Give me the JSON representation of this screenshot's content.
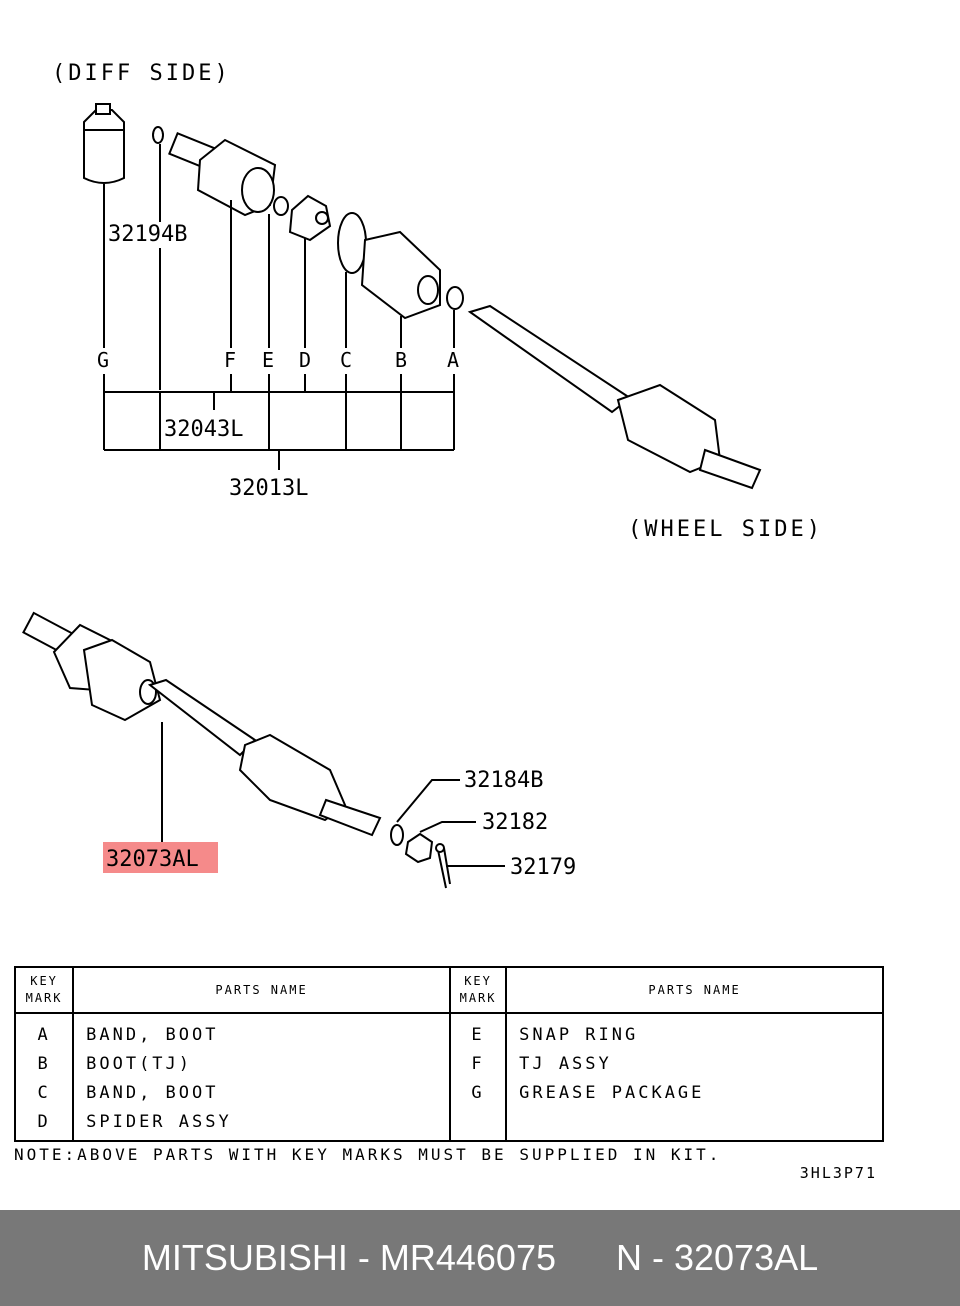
{
  "diagram": {
    "diff_side": "(DIFF SIDE)",
    "wheel_side": "(WHEEL SIDE)",
    "part_numbers": {
      "grease": "32194B",
      "kit_1": "32043L",
      "kit_2": "32013L",
      "assy": "32073AL",
      "washer": "32184B",
      "nut": "32182",
      "pin": "32179"
    },
    "key_letters": [
      "G",
      "F",
      "E",
      "D",
      "C",
      "B",
      "A"
    ],
    "highlight_color": "#f58a8a"
  },
  "table": {
    "key_header": "KEY MARK",
    "name_header": "PARTS NAME",
    "left": [
      {
        "key": "A",
        "name": "BAND, BOOT"
      },
      {
        "key": "B",
        "name": "BOOT(TJ)"
      },
      {
        "key": "C",
        "name": "BAND, BOOT"
      },
      {
        "key": "D",
        "name": "SPIDER ASSY"
      }
    ],
    "right": [
      {
        "key": "E",
        "name": "SNAP RING"
      },
      {
        "key": "F",
        "name": "TJ ASSY"
      },
      {
        "key": "G",
        "name": "GREASE PACKAGE"
      },
      {
        "key": "",
        "name": ""
      }
    ]
  },
  "note": "NOTE:ABOVE PARTS WITH KEY MARKS MUST BE SUPPLIED IN KIT.",
  "diagram_code": "3HL3P71",
  "footer": {
    "brand_part": "MITSUBISHI - MR446075",
    "ref": "N - 32073AL"
  }
}
